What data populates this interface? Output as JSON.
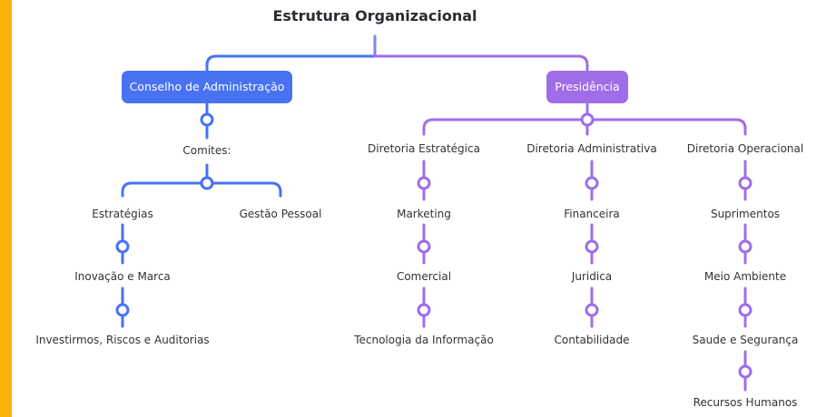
{
  "title": "Estrutura Organizacional",
  "colors": {
    "blue": "#4872f2",
    "purple": "#a06de8",
    "sidebar": "#f6b40a"
  },
  "board": {
    "label": "Conselho de Administração",
    "comites_label": "Comites:",
    "strategies": {
      "label": "Estratégias",
      "children": [
        "Inovação e Marca",
        "Investirmos, Riscos e Auditorias"
      ]
    },
    "people": {
      "label": "Gestão Pessoal"
    }
  },
  "presidency": {
    "label": "Presidência",
    "directorates": [
      {
        "label": "Diretoria Estratégica",
        "children": [
          "Marketing",
          "Comercial",
          "Tecnologia da Informação"
        ]
      },
      {
        "label": "Diretoria Administrativa",
        "children": [
          "Financeira",
          "Juridica",
          "Contabilidade"
        ]
      },
      {
        "label": "Diretoria Operacional",
        "children": [
          "Suprimentos",
          "Meio Ambiente",
          "Saude e Segurança",
          "Recursos Humanos"
        ]
      }
    ]
  }
}
